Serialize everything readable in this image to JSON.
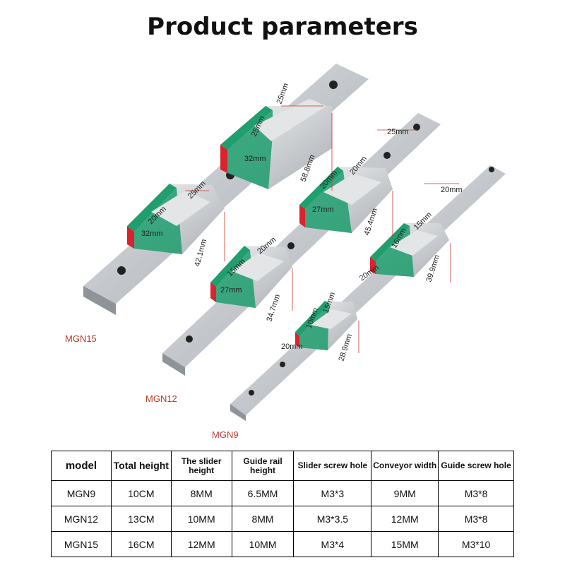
{
  "title": "Product parameters",
  "models": {
    "mgn15": "MGN15",
    "mgn12": "MGN12",
    "mgn9": "MGN9"
  },
  "dimensions": {
    "mgn15_block_top": [
      "25mm",
      "25mm",
      "32mm",
      "58.8mm"
    ],
    "mgn15_block_front": [
      "25mm",
      "20mm",
      "32mm",
      "42.1mm"
    ],
    "mgn12_block_top": [
      "25mm",
      "20mm",
      "20mm",
      "27mm",
      "45.4mm"
    ],
    "mgn12_block_front": [
      "20mm",
      "15mm",
      "27mm",
      "34.7mm"
    ],
    "mgn9_block_top": [
      "20mm",
      "15mm",
      "16mm",
      "20mm",
      "39.9mm"
    ],
    "mgn9_block_front": [
      "15mm",
      "10mm",
      "20mm",
      "28.9mm"
    ]
  },
  "colors": {
    "seal_red": "#d9232e",
    "slider_green": "#1f9e6e",
    "steel": "#c9cccf",
    "dimension_line": "#c0392b"
  },
  "table": {
    "headers": [
      "model",
      "Total height",
      "The slider height",
      "Guide rail height",
      "Slider screw hole",
      "Conveyor width",
      "Guide screw hole"
    ],
    "rows": [
      [
        "MGN9",
        "10CM",
        "8MM",
        "6.5MM",
        "M3*3",
        "9MM",
        "M3*8"
      ],
      [
        "MGN12",
        "13CM",
        "10MM",
        "8MM",
        "M3*3.5",
        "12MM",
        "M3*8"
      ],
      [
        "MGN15",
        "16CM",
        "12MM",
        "10MM",
        "M3*4",
        "15MM",
        "M3*10"
      ]
    ]
  }
}
